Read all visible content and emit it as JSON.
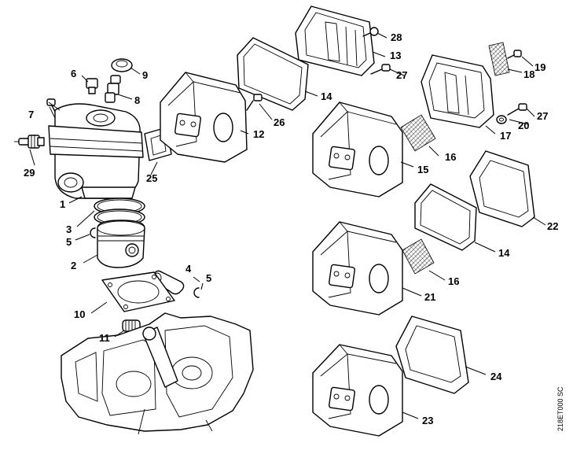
{
  "diagram": {
    "drawing_code": "218ET000 SC",
    "callouts": {
      "c1": "1",
      "c2": "2",
      "c3": "3",
      "c4": "4",
      "c5a": "5",
      "c5b": "5",
      "c6": "6",
      "c7": "7",
      "c8": "8",
      "c9": "9",
      "c10": "10",
      "c11": "11",
      "c12": "12",
      "c13": "13",
      "c14a": "14",
      "c14b": "14",
      "c15": "15",
      "c16a": "16",
      "c16b": "16",
      "c17": "17",
      "c18": "18",
      "c19": "19",
      "c20": "20",
      "c21": "21",
      "c22": "22",
      "c23": "23",
      "c24": "24",
      "c25": "25",
      "c26": "26",
      "c27a": "27",
      "c27b": "27",
      "c28": "28",
      "c29": "29"
    }
  }
}
